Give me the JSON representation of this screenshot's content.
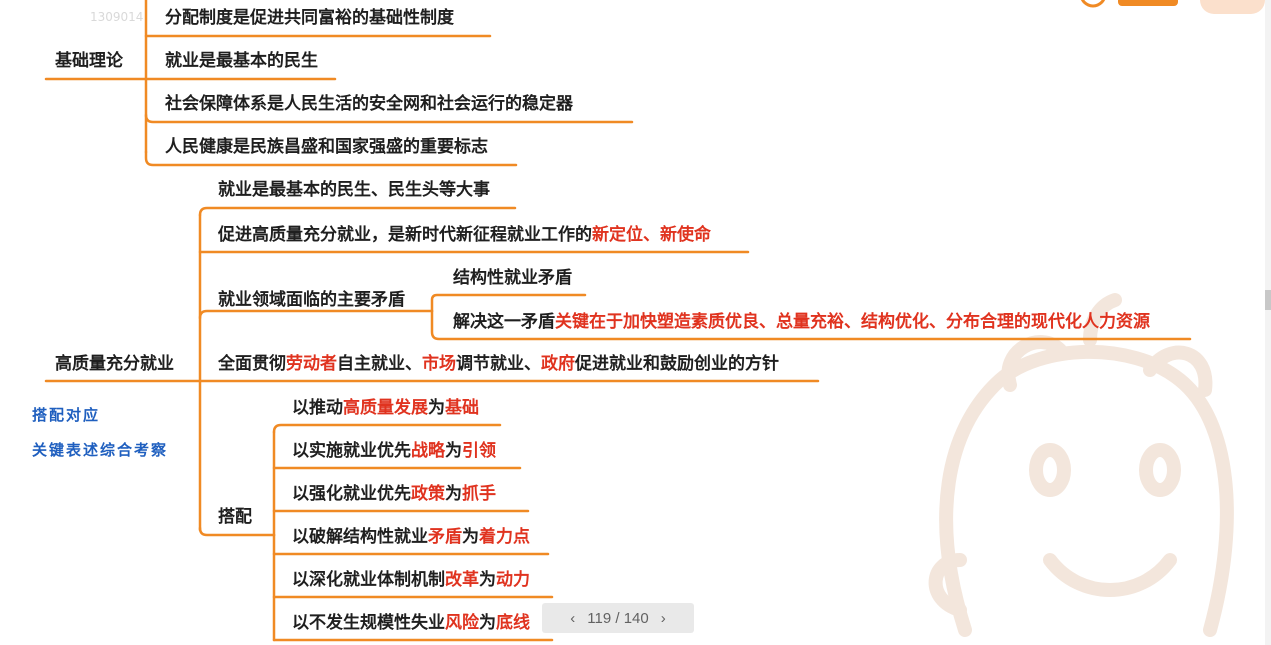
{
  "watermark": "1309014",
  "annotations": {
    "line1": "搭配对应",
    "line2": "关键表述综合考察"
  },
  "pager": {
    "prev": "‹",
    "next": "›",
    "current": "119",
    "total": "140",
    "separator": "/"
  },
  "colors": {
    "line": "#f08a24",
    "highlight": "#e0331f",
    "annotation": "#1f5fbf"
  },
  "mindmap": {
    "basics": {
      "label": "基础理论",
      "children": [
        "分配制度是促进共同富裕的基础性制度",
        "就业是最基本的民生",
        "社会保障体系是人民生活的安全网和社会运行的稳定器",
        "人民健康是民族昌盛和国家强盛的重要标志"
      ]
    },
    "employment": {
      "label": "高质量充分就业",
      "item1": "就业是最基本的民生、民生头等大事",
      "item2": {
        "a": "促进高质量充分就业，是新时代新征程就业工作的",
        "b": "新定位、新使命"
      },
      "contradiction": {
        "label": "就业领域面临的主要矛盾",
        "c1": "结构性就业矛盾",
        "c2": {
          "a": "解决这一矛盾",
          "b": "关键在于加快塑造素质优良、总量充裕、结构优化、分布合理的现代化人力资源"
        }
      },
      "policy": {
        "a": "全面贯彻",
        "b": "劳动者",
        "c": "自主就业、",
        "d": "市场",
        "e": "调节就业、",
        "f": "政府",
        "g": "促进就业和鼓励创业的方针"
      },
      "match": {
        "label": "搭配",
        "items": [
          {
            "a": "以推动",
            "b": "高质量发展",
            "c": "为",
            "d": "基础"
          },
          {
            "a": "以实施就业优先",
            "b": "战略",
            "c": "为",
            "d": "引领"
          },
          {
            "a": "以强化就业优先",
            "b": "政策",
            "c": "为",
            "d": "抓手"
          },
          {
            "a": "以破解结构性就业",
            "b": "矛盾",
            "c": "为",
            "d": "着力点"
          },
          {
            "a": "以深化就业体制机制",
            "b": "改革",
            "c": "为",
            "d": "动力"
          },
          {
            "a": "以不发生规模性失业",
            "b": "风险",
            "c": "为",
            "d": "底线"
          }
        ]
      }
    }
  }
}
